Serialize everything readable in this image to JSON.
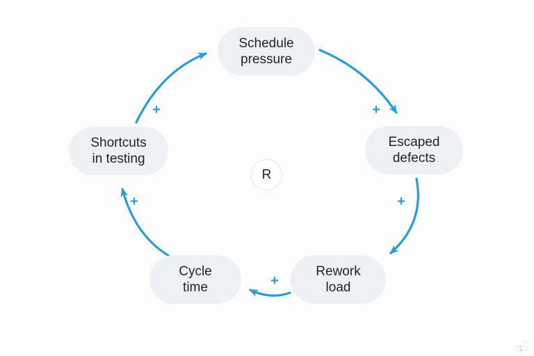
{
  "diagram": {
    "kind": "causal-loop",
    "nodes": [
      {
        "id": "schedule-pressure",
        "line1": "Schedule",
        "line2": "pressure"
      },
      {
        "id": "escaped-defects",
        "line1": "Escaped",
        "line2": "defects"
      },
      {
        "id": "rework-load",
        "line1": "Rework",
        "line2": "load"
      },
      {
        "id": "cycle-time",
        "line1": "Cycle",
        "line2": "time"
      },
      {
        "id": "shortcuts-in-testing",
        "line1": "Shortcuts",
        "line2": "in testing"
      }
    ],
    "edges": [
      {
        "from": "shortcuts-in-testing",
        "to": "schedule-pressure",
        "sign": "+"
      },
      {
        "from": "schedule-pressure",
        "to": "escaped-defects",
        "sign": "+"
      },
      {
        "from": "escaped-defects",
        "to": "rework-load",
        "sign": "+"
      },
      {
        "from": "rework-load",
        "to": "cycle-time",
        "sign": "+"
      },
      {
        "from": "cycle-time",
        "to": "shortcuts-in-testing",
        "sign": "+"
      }
    ],
    "loop": {
      "label": "R"
    }
  },
  "icons": {
    "corner_mark": "pixel-specks-icon",
    "arrowhead": "arrowhead-icon"
  },
  "colors": {
    "accent": "#2b9bd7",
    "node_fill": "#eef1f4",
    "text_color": "#1e2227",
    "bg": "#fdfdfd",
    "circle_border": "#e3e6e9",
    "circle_fill": "#ffffff",
    "watermark_gray": "#b9bcbe"
  }
}
